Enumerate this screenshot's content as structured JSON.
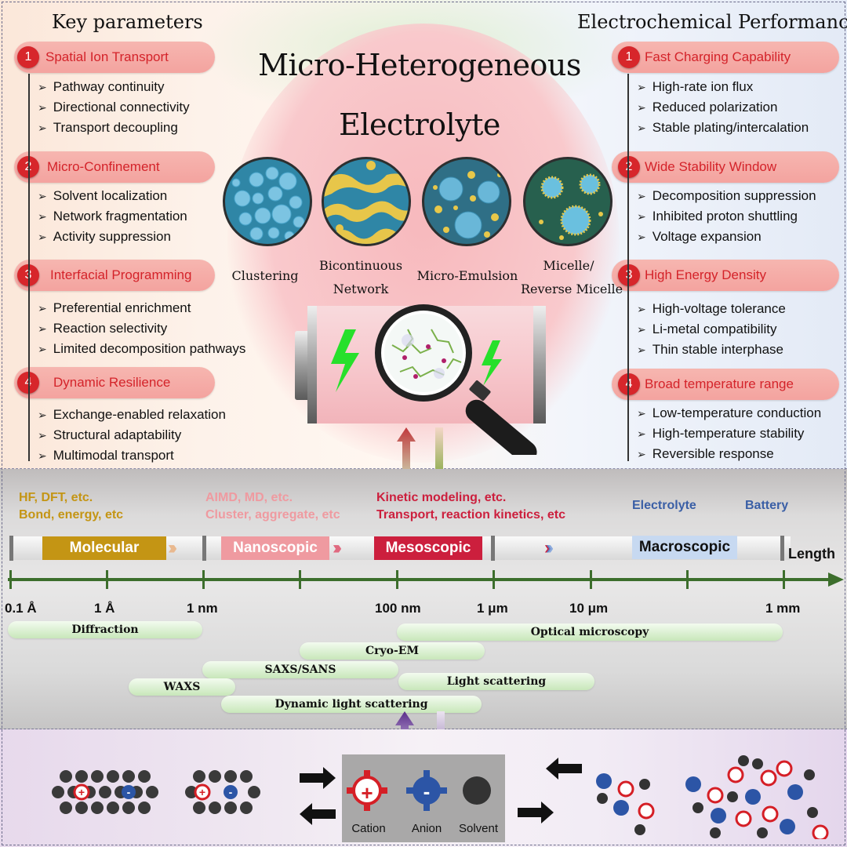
{
  "left_heading": "Key parameters",
  "right_heading": "Electrochemical Performance",
  "title_line1": "Micro-Heterogeneous",
  "title_line2": "Electrolyte",
  "key_parameters": [
    {
      "num": "1",
      "title": "Spatial Ion Transport",
      "bullets": [
        "Pathway continuity",
        "Directional connectivity",
        "Transport decoupling"
      ]
    },
    {
      "num": "2",
      "title": "Micro-Confinement",
      "bullets": [
        "Solvent localization",
        "Network fragmentation",
        "Activity suppression"
      ]
    },
    {
      "num": "3",
      "title": "Interfacial Programming",
      "bullets": [
        "Preferential enrichment",
        "Reaction selectivity",
        "Limited decomposition pathways"
      ]
    },
    {
      "num": "4",
      "title": "Dynamic Resilience",
      "bullets": [
        "Exchange-enabled relaxation",
        "Structural adaptability",
        "Multimodal transport"
      ]
    }
  ],
  "performance": [
    {
      "num": "1",
      "title": "Fast Charging Capability",
      "bullets": [
        "High-rate ion flux",
        "Reduced polarization",
        "Stable plating/intercalation"
      ]
    },
    {
      "num": "2",
      "title": "Wide Stability Window",
      "bullets": [
        "Decomposition suppression",
        "Inhibited proton shuttling",
        "Voltage expansion"
      ]
    },
    {
      "num": "3",
      "title": "High Energy Density",
      "bullets": [
        "High-voltage tolerance",
        "Li-metal compatibility",
        "Thin stable interphase"
      ]
    },
    {
      "num": "4",
      "title": "Broad temperature range",
      "bullets": [
        "Low-temperature conduction",
        "High-temperature stability",
        "Reversible response"
      ]
    }
  ],
  "morphologies": [
    {
      "line1": "Clustering",
      "line2": ""
    },
    {
      "line1": "Bicontinuous",
      "line2": "Network"
    },
    {
      "line1": "Micro-Emulsion",
      "line2": ""
    },
    {
      "line1": "Micelle/",
      "line2": "Reverse Micelle"
    }
  ],
  "methods": {
    "molecular_line1": "HF, DFT, etc.",
    "molecular_line2": "Bond, energy, etc",
    "nano_line1": "AIMD, MD, etc.",
    "nano_line2": "Cluster, aggregate, etc",
    "meso_line1": "Kinetic modeling,  etc.",
    "meso_line2": "Transport, reaction kinetics, etc",
    "electrolyte": "Electrolyte",
    "battery": "Battery"
  },
  "scales": {
    "molecular": "Molecular",
    "nanoscopic": "Nanoscopic",
    "mesoscopic": "Mesoscopic",
    "macroscopic": "Macroscopic",
    "length": "Length"
  },
  "axis_labels": [
    "0.1 Å",
    "1 Å",
    "1 nm",
    "100 nm",
    "1 μm",
    "10 μm",
    "1 mm"
  ],
  "techniques": {
    "diffraction": "Diffraction",
    "optical": "Optical microscopy",
    "cryo_em": "Cryo-EM",
    "saxs": "SAXS/SANS",
    "waxs": "WAXS",
    "light_scattering": "Light scattering",
    "dls": "Dynamic light scattering"
  },
  "legend": {
    "cation": "Cation",
    "anion": "Anion",
    "solvent": "Solvent",
    "cation_symbol": "+",
    "anion_symbol": "-"
  },
  "colors": {
    "accent_red": "#d4232a",
    "molecular": "#c49514",
    "nanoscopic": "#ef9aa0",
    "mesoscopic": "#cc1f3d",
    "macroscopic_bg": "#c7d9f1",
    "axis_green": "#3d6e2c",
    "cation": "#d51f26",
    "anion": "#2c55a6",
    "solvent": "#3a3a3a"
  }
}
